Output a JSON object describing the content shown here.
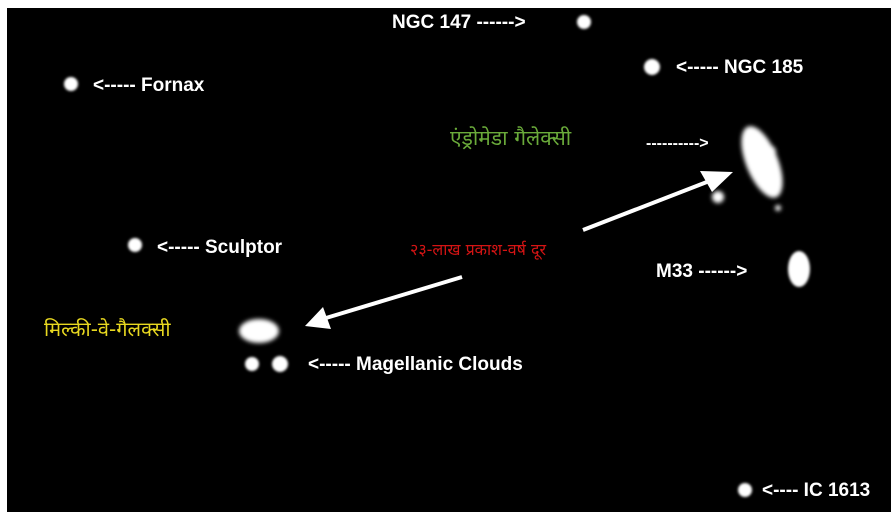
{
  "colors": {
    "background": "#000000",
    "object": "#ffffff",
    "andromeda_label": "#6aaa3a",
    "milky_way_label": "#e8d820",
    "distance_label": "#d41414"
  },
  "labels": {
    "ngc147": "NGC 147 ------>",
    "ngc185": "<----- NGC 185",
    "fornax": "<----- Fornax",
    "andromeda": "एंड्रोमेडा  गैलेक्सी",
    "andromeda_arrow": "---------->",
    "sculptor": "<----- Sculptor",
    "distance": "२३-लाख प्रकाश-वर्ष दूर",
    "m33": "M33 ------>",
    "milky_way": "मिल्की-वे-गैलक्सी",
    "magellanic": "<----- Magellanic Clouds",
    "ic1613": "<---- IC 1613"
  }
}
